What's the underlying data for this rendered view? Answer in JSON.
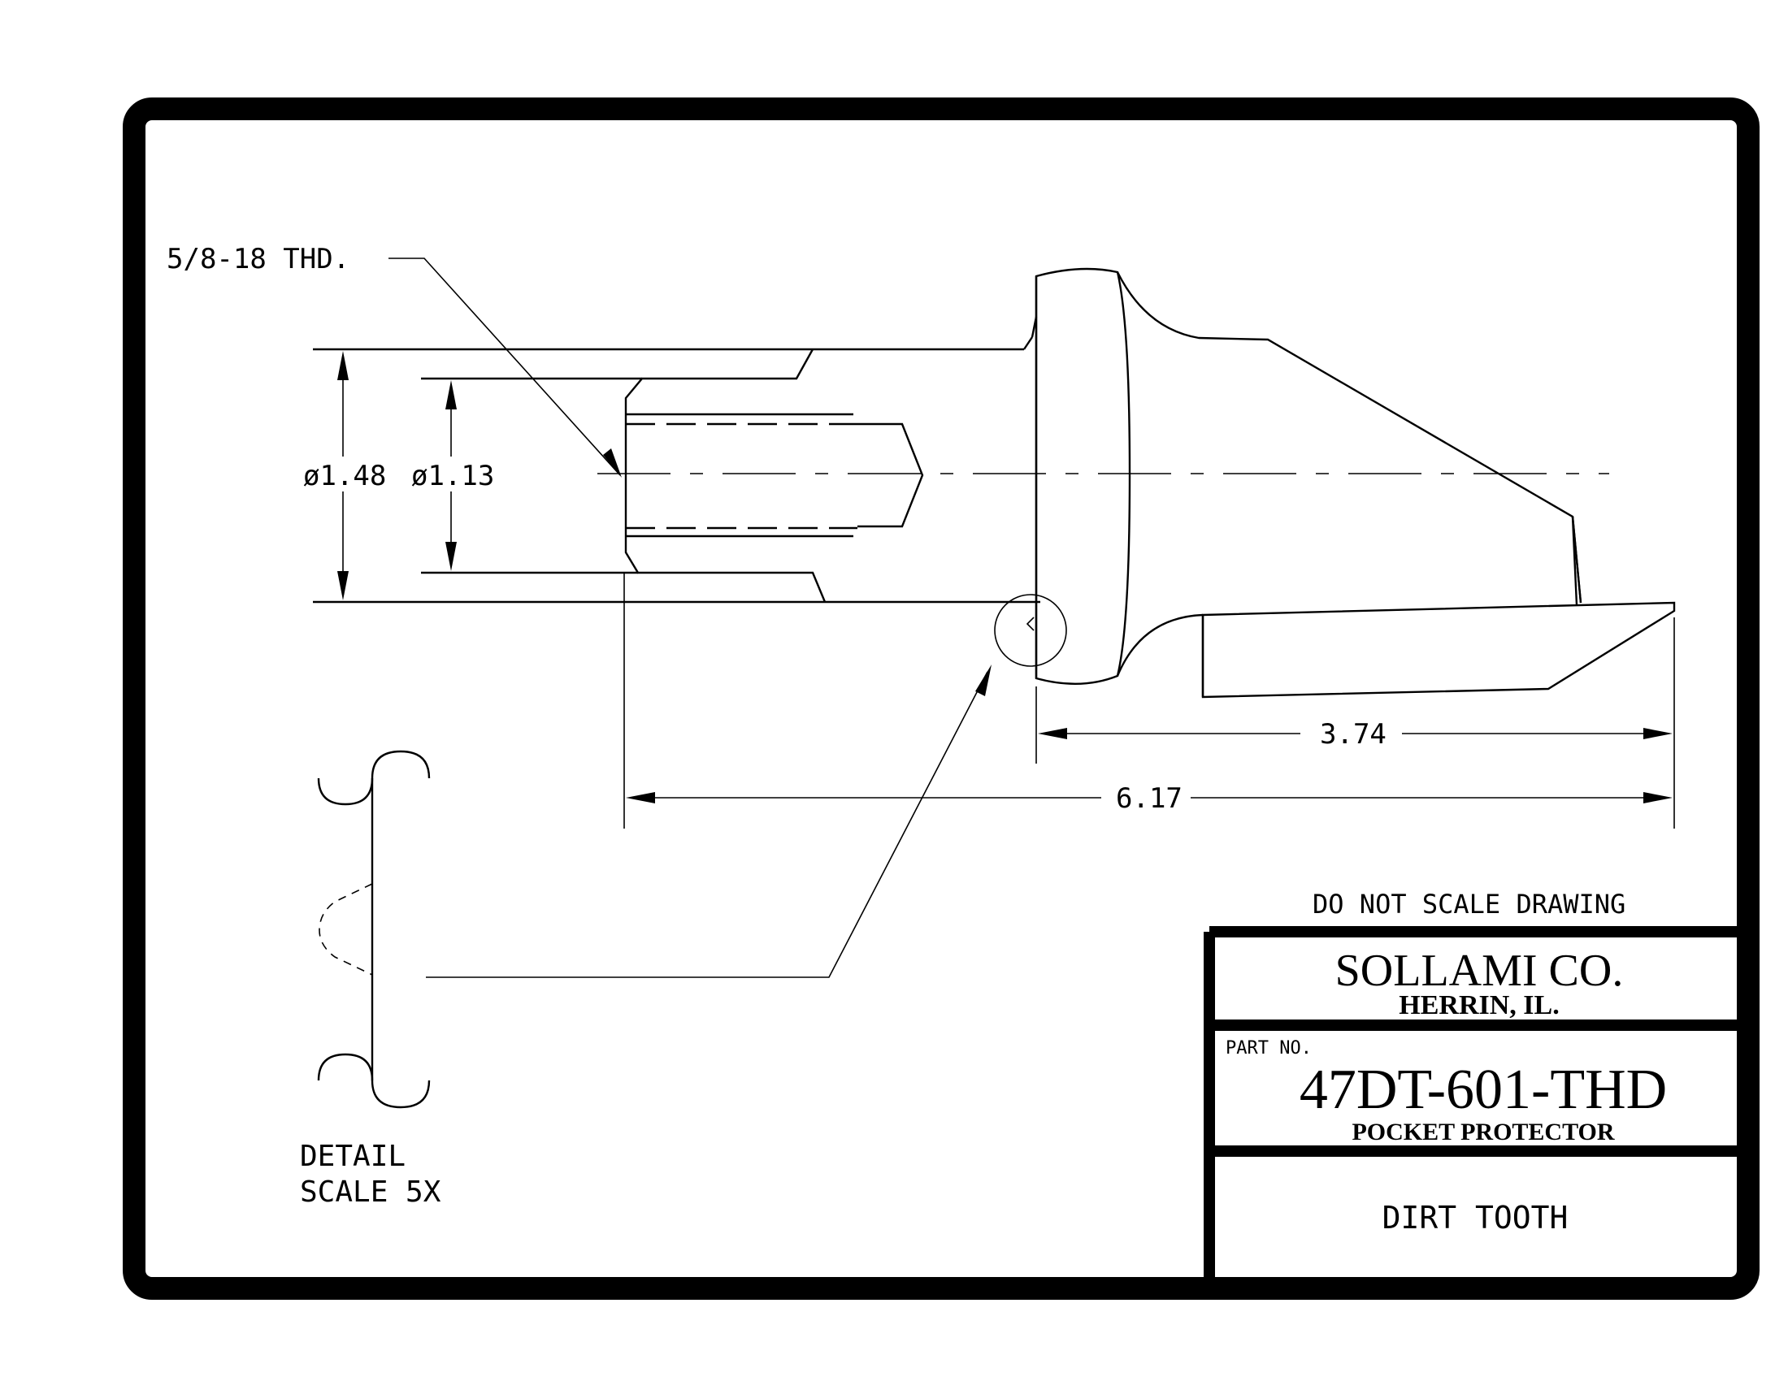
{
  "labels": {
    "thread_callout": "5/8-18 THD.",
    "dia_outer": "ø1.48",
    "dia_inner": "ø1.13",
    "dim_length_head": "3.74",
    "dim_length_overall": "6.17",
    "detail_line1": "DETAIL",
    "detail_line2": "SCALE 5X",
    "scale_note": "DO NOT SCALE DRAWING"
  },
  "title_block": {
    "company": "SOLLAMI CO.",
    "location": "HERRIN, IL.",
    "part_no_label": "PART NO.",
    "part_number": "47DT-601-THD",
    "part_subtitle": "POCKET PROTECTOR",
    "description": "DIRT TOOTH"
  }
}
